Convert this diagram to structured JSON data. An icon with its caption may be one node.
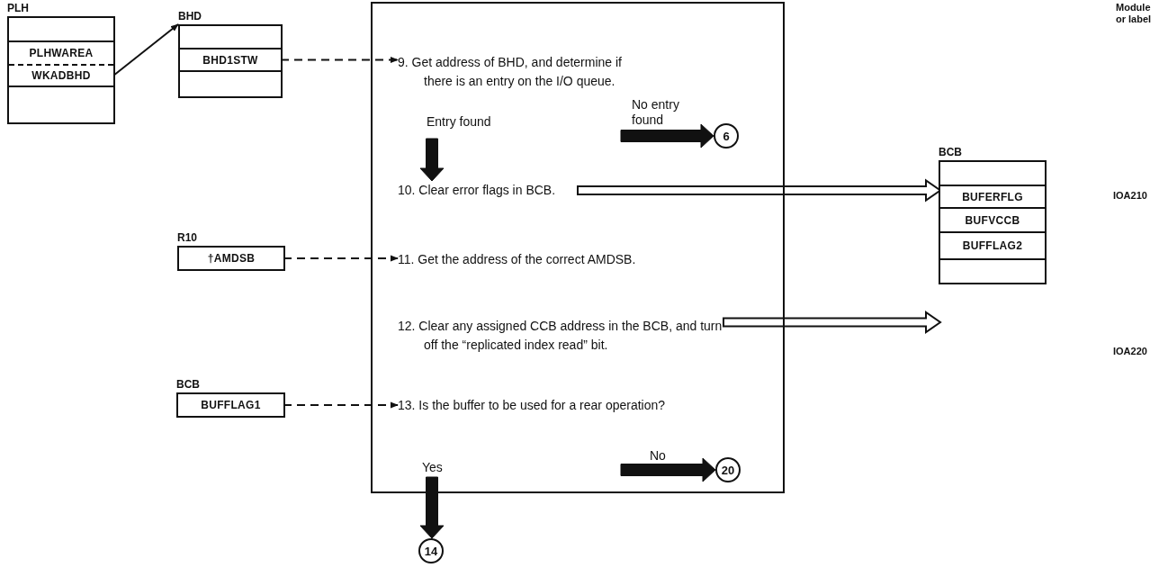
{
  "diagram": {
    "nodes": [
      {
        "text": [
          "PLH"
        ]
      },
      {
        "text": [
          "PLHWAREA"
        ],
        "in": 0
      },
      {
        "text": [
          "WKADBHD"
        ],
        "in": 0
      },
      {
        "text": [
          "BHD"
        ]
      },
      {
        "text": [
          "BHD1STW"
        ],
        "in": 3
      },
      {
        "text": [
          "R10"
        ]
      },
      {
        "text": [
          "†AMDSB"
        ],
        "in": 5
      },
      {
        "text": [
          "BCB"
        ]
      },
      {
        "text": [
          "BUFFLAG1"
        ],
        "in": 7
      },
      {
        "text": [],
        "shape": "box"
      },
      {
        "text": [
          "9. Get address of BHD, and determine if there is an entry on the I/O queue."
        ],
        "in": 9
      },
      {
        "text": [
          "6"
        ],
        "in": 9
      },
      {
        "text": [
          "10. Clear error flags in BCB."
        ],
        "in": 9
      },
      {
        "text": [
          "11. Get the address of the correct AMDSB."
        ],
        "in": 9
      },
      {
        "text": [
          "12. Clear any assigned CCB address in the BCB, and turn off the “replicated index read” bit."
        ],
        "in": 9
      },
      {
        "text": [
          "13. Is the buffer to be used for a rear operation?"
        ],
        "in": 9
      },
      {
        "text": [
          "20"
        ],
        "in": 9
      },
      {
        "text": [
          "14"
        ]
      },
      {
        "text": [
          "BCB"
        ]
      },
      {
        "text": [
          "BUFERFLG"
        ],
        "in": 18
      },
      {
        "text": [
          "BUFVCCB"
        ],
        "in": 18
      },
      {
        "text": [
          "BUFFLAG2"
        ],
        "in": 18
      }
    ],
    "edges": [
      {
        "from": 2,
        "to": 3,
        "arrow": "to"
      },
      {
        "from": 4,
        "to": 10,
        "arrow": "to",
        "style": "dashed"
      },
      {
        "from": 10,
        "to": 12,
        "arrow": "to",
        "style": "thick",
        "label": "Entry found"
      },
      {
        "from": 10,
        "to": 11,
        "arrow": "to",
        "style": "thick",
        "label": "No entry found"
      },
      {
        "from": 6,
        "to": 13,
        "arrow": "to",
        "style": "dashed"
      },
      {
        "from": 12,
        "to": 19,
        "arrow": "to",
        "style": "thick",
        "color": "#ffffff"
      },
      {
        "from": 14,
        "to": 20,
        "arrow": "to",
        "style": "thick",
        "color": "#ffffff"
      },
      {
        "from": 8,
        "to": 15,
        "arrow": "to",
        "style": "dashed"
      },
      {
        "from": 15,
        "to": 17,
        "arrow": "to",
        "style": "thick",
        "label": "Yes"
      },
      {
        "from": 15,
        "to": 16,
        "arrow": "to",
        "style": "thick",
        "label": "No"
      }
    ],
    "labels": [
      "Module or label",
      "IOA210",
      "IOA220"
    ]
  }
}
